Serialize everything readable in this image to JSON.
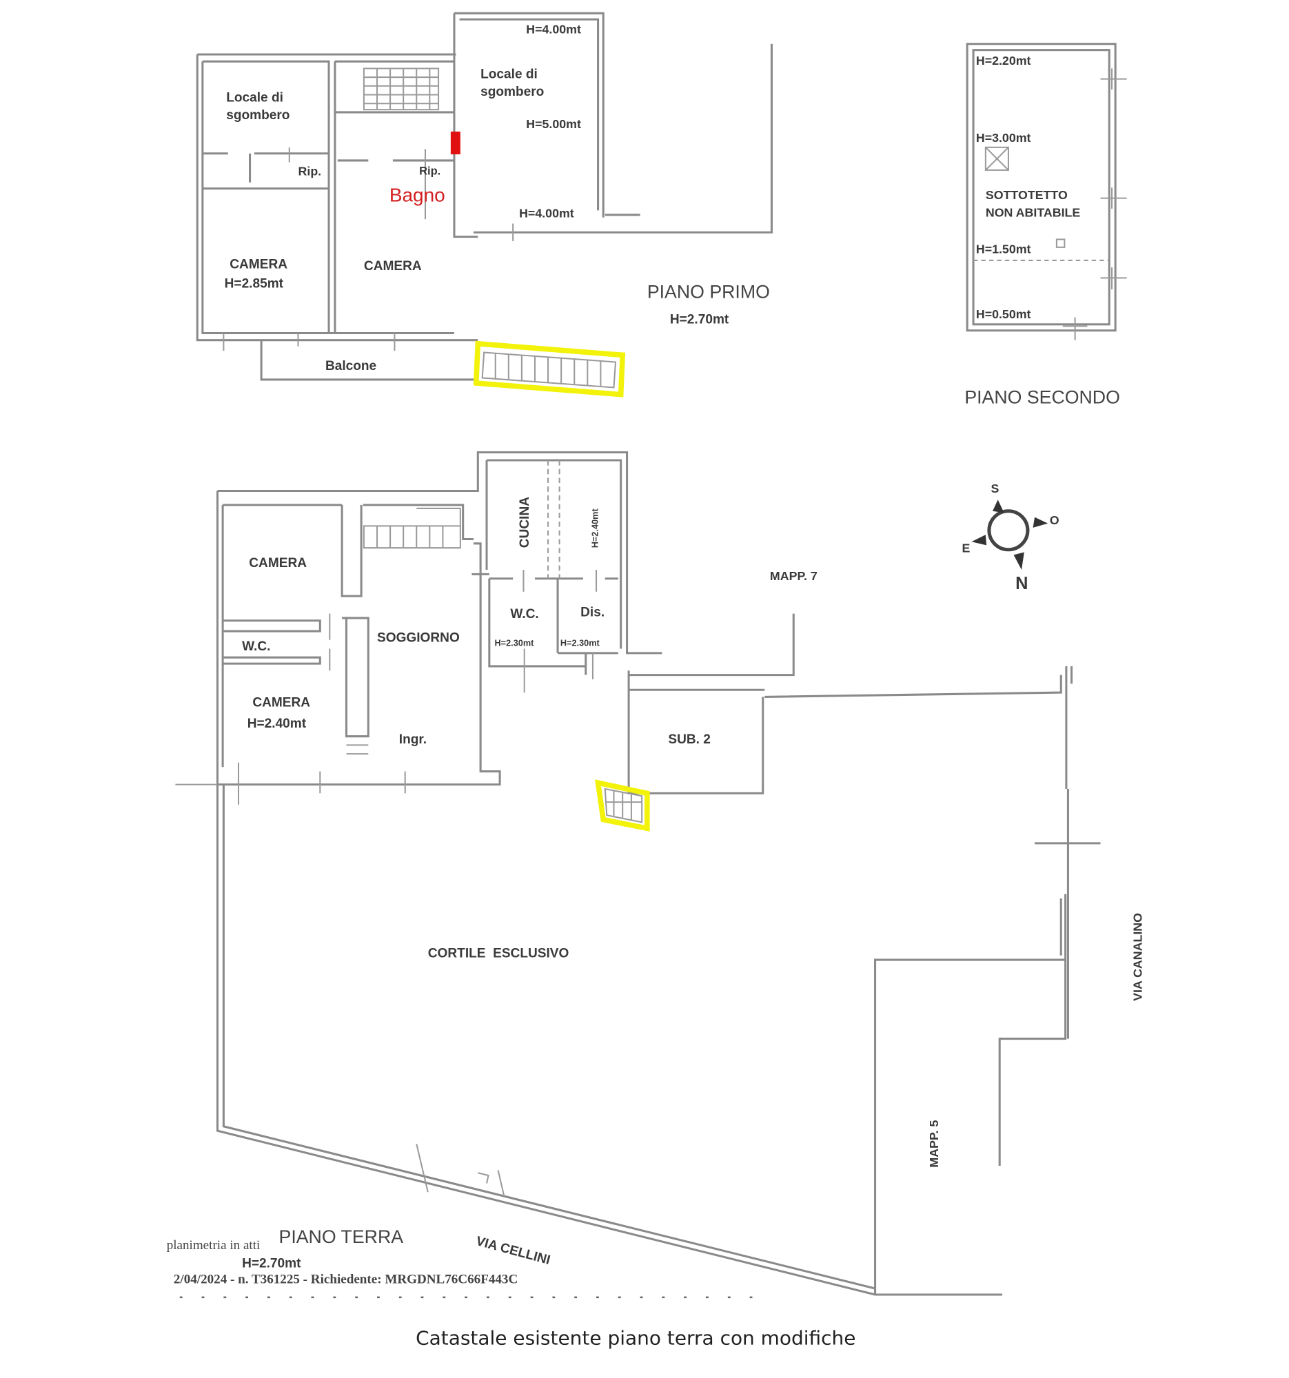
{
  "first_floor": {
    "title": "PIANO PRIMO",
    "height": "H=2.70mt",
    "rooms": {
      "storage_left": [
        "Locale di",
        "sgombero"
      ],
      "storage_right": [
        "Locale di",
        "sgombero"
      ],
      "rip_left": "Rip.",
      "rip_right": "Rip.",
      "bathroom": "Bagno",
      "camera_left": "CAMERA",
      "camera_left_h": "H=2.85mt",
      "camera_right": "CAMERA",
      "balcony": "Balcone"
    },
    "heights": [
      "H=4.00mt",
      "H=5.00mt",
      "H=4.00mt"
    ]
  },
  "second_floor": {
    "title": "PIANO SECONDO",
    "heights": [
      "H=2.20mt",
      "H=3.00mt",
      "H=1.50mt",
      "H=0.50mt"
    ],
    "room": [
      "SOTTOTETTO",
      "NON ABITABILE"
    ]
  },
  "ground_floor": {
    "title": "PIANO TERRA",
    "height": "H=2.70mt",
    "rooms": {
      "camera_top": "CAMERA",
      "wc_left": "W.C.",
      "camera_bottom": "CAMERA",
      "camera_bottom_h": "H=2.40mt",
      "soggiorno": "SOGGIORNO",
      "ingresso": "Ingr.",
      "cucina": "CUCINA",
      "cucina_h": "H=2.40mt",
      "wc_right": "W.C.",
      "wc_right_h": "H=2.30mt",
      "dis": "Dis.",
      "dis_h": "H=2.30mt",
      "sub2": "SUB. 2",
      "courtyard": "CORTILE  ESCLUSIVO"
    },
    "labels": {
      "mapp7": "MAPP. 7",
      "mapp5": "MAPP. 5",
      "via_canalino": "VIA CANALINO",
      "via_cellini": "VIA CELLINI"
    }
  },
  "compass": {
    "s": "S",
    "o": "O",
    "e": "E",
    "n": "N"
  },
  "stamp": {
    "line1": "planimetria in atti",
    "line2": "2/04/2024 - n. T361225 - Richiedente: MRGDNL76C66F443C"
  },
  "caption": "Catastale esistente piano terra con modifiche",
  "colors": {
    "highlight": "#f2f20a",
    "bathroom_text": "#d42020",
    "marker": "#e01010"
  }
}
